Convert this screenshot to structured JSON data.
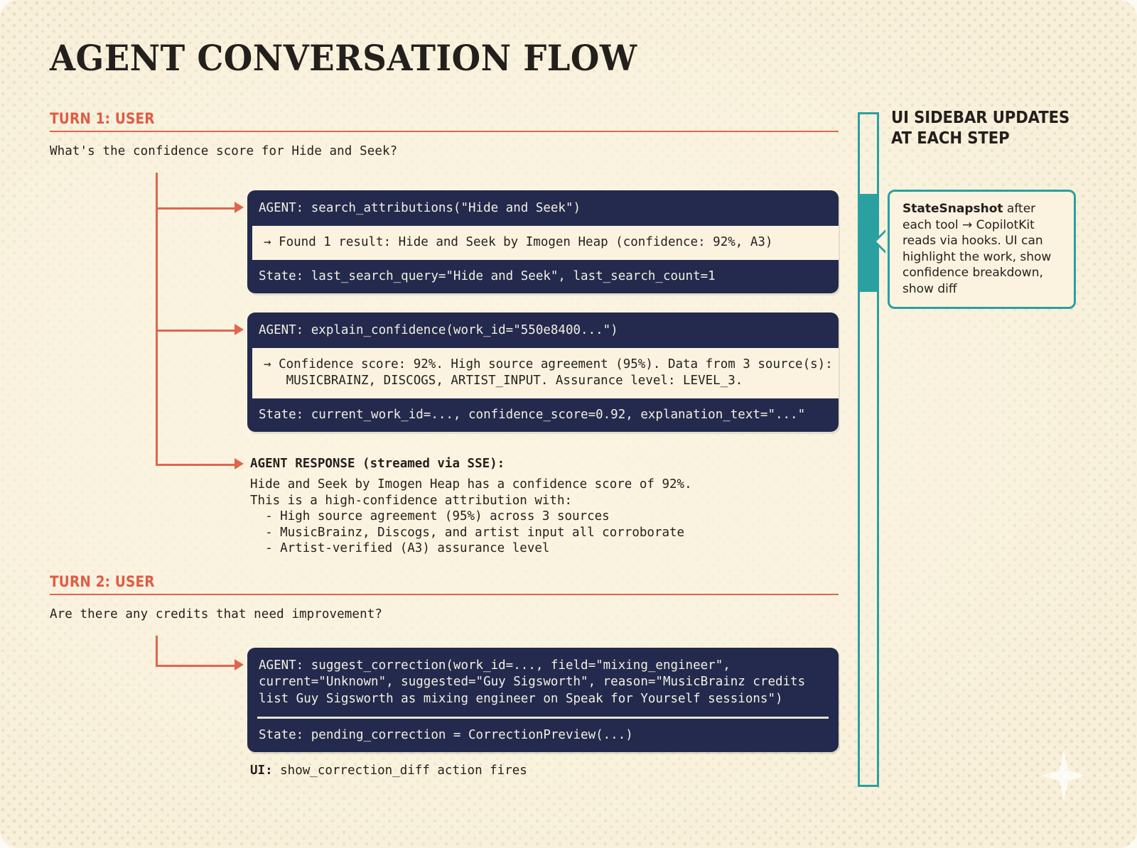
{
  "title": "AGENT CONVERSATION FLOW",
  "turn1": {
    "heading": "TURN 1: USER",
    "message": "What's the confidence score for Hide and Seek?",
    "tools": [
      {
        "call": "AGENT: search_attributions(\"Hide and Seek\")",
        "result": "→ Found 1 result: Hide and Seek by Imogen Heap (confidence: 92%, A3)",
        "state": "State: last_search_query=\"Hide and Seek\", last_search_count=1"
      },
      {
        "call": "AGENT: explain_confidence(work_id=\"550e8400...\")",
        "result": "→ Confidence score: 92%. High source agreement (95%). Data from 3 source(s):\n   MUSICBRAINZ, DISCOGS, ARTIST_INPUT. Assurance level: LEVEL_3.",
        "state": "State: current_work_id=..., confidence_score=0.92, explanation_text=\"...\""
      }
    ],
    "response": {
      "heading": "AGENT RESPONSE (streamed via SSE):",
      "body": "Hide and Seek by Imogen Heap has a confidence score of 92%.\nThis is a high-confidence attribution with:\n  - High source agreement (95%) across 3 sources\n  - MusicBrainz, Discogs, and artist input all corroborate\n  - Artist-verified (A3) assurance level"
    }
  },
  "turn2": {
    "heading": "TURN 2: USER",
    "message": "Are there any credits that need improvement?",
    "tool": {
      "call": "AGENT: suggest_correction(work_id=..., field=\"mixing_engineer\",\ncurrent=\"Unknown\", suggested=\"Guy Sigsworth\", reason=\"MusicBrainz credits\nlist Guy Sigsworth as mixing engineer on Speak for Yourself sessions\")",
      "state": "State: pending_correction = CorrectionPreview(...)"
    },
    "ui_label": "UI:",
    "ui_text": " show_correction_diff action fires"
  },
  "sidebar": {
    "title": "UI SIDEBAR UPDATES\nAT EACH STEP",
    "callout_strong": "StateSnapshot",
    "callout_rest": " after each tool → CopilotKit reads via hooks. UI can highlight the work, show confidence breakdown, show diff"
  },
  "colors": {
    "page_bg": "#f7efd9",
    "accent_red": "#e0654d",
    "accent_teal": "#2aa0a0",
    "block_navy": "#232a4d",
    "cream": "#fbf3df",
    "ink": "#231f1c"
  }
}
